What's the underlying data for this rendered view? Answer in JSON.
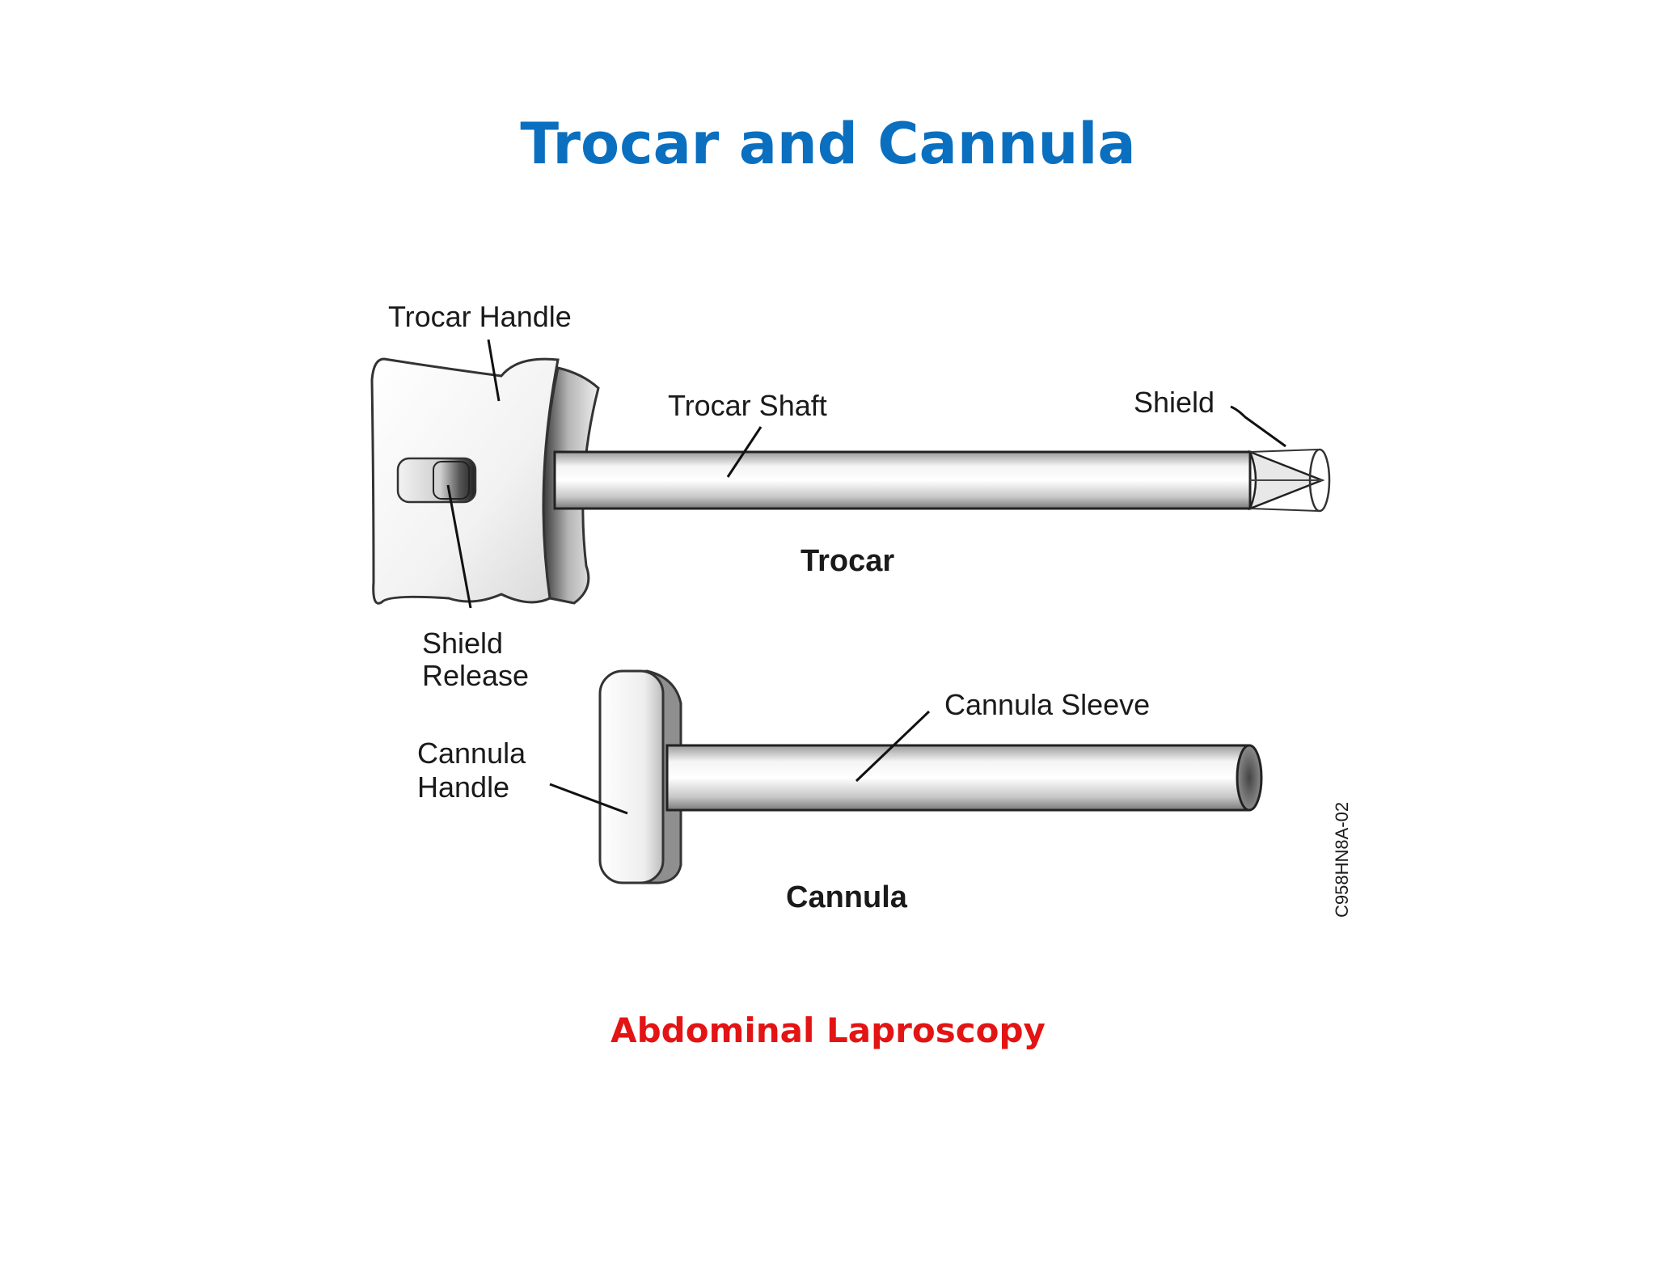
{
  "slide": {
    "title": "Trocar and Cannula",
    "caption": "Abdominal Laproscopy",
    "title_color": "#0b6fbf",
    "caption_color": "#e31414"
  },
  "diagram": {
    "labels": {
      "trocar_handle": "Trocar Handle",
      "trocar_shaft": "Trocar Shaft",
      "shield": "Shield",
      "shield_release_line1": "Shield",
      "shield_release_line2": "Release",
      "trocar": "Trocar",
      "cannula_sleeve": "Cannula Sleeve",
      "cannula_handle_line1": "Cannula",
      "cannula_handle_line2": "Handle",
      "cannula": "Cannula",
      "figure_code": "C958HN8A-02"
    }
  }
}
